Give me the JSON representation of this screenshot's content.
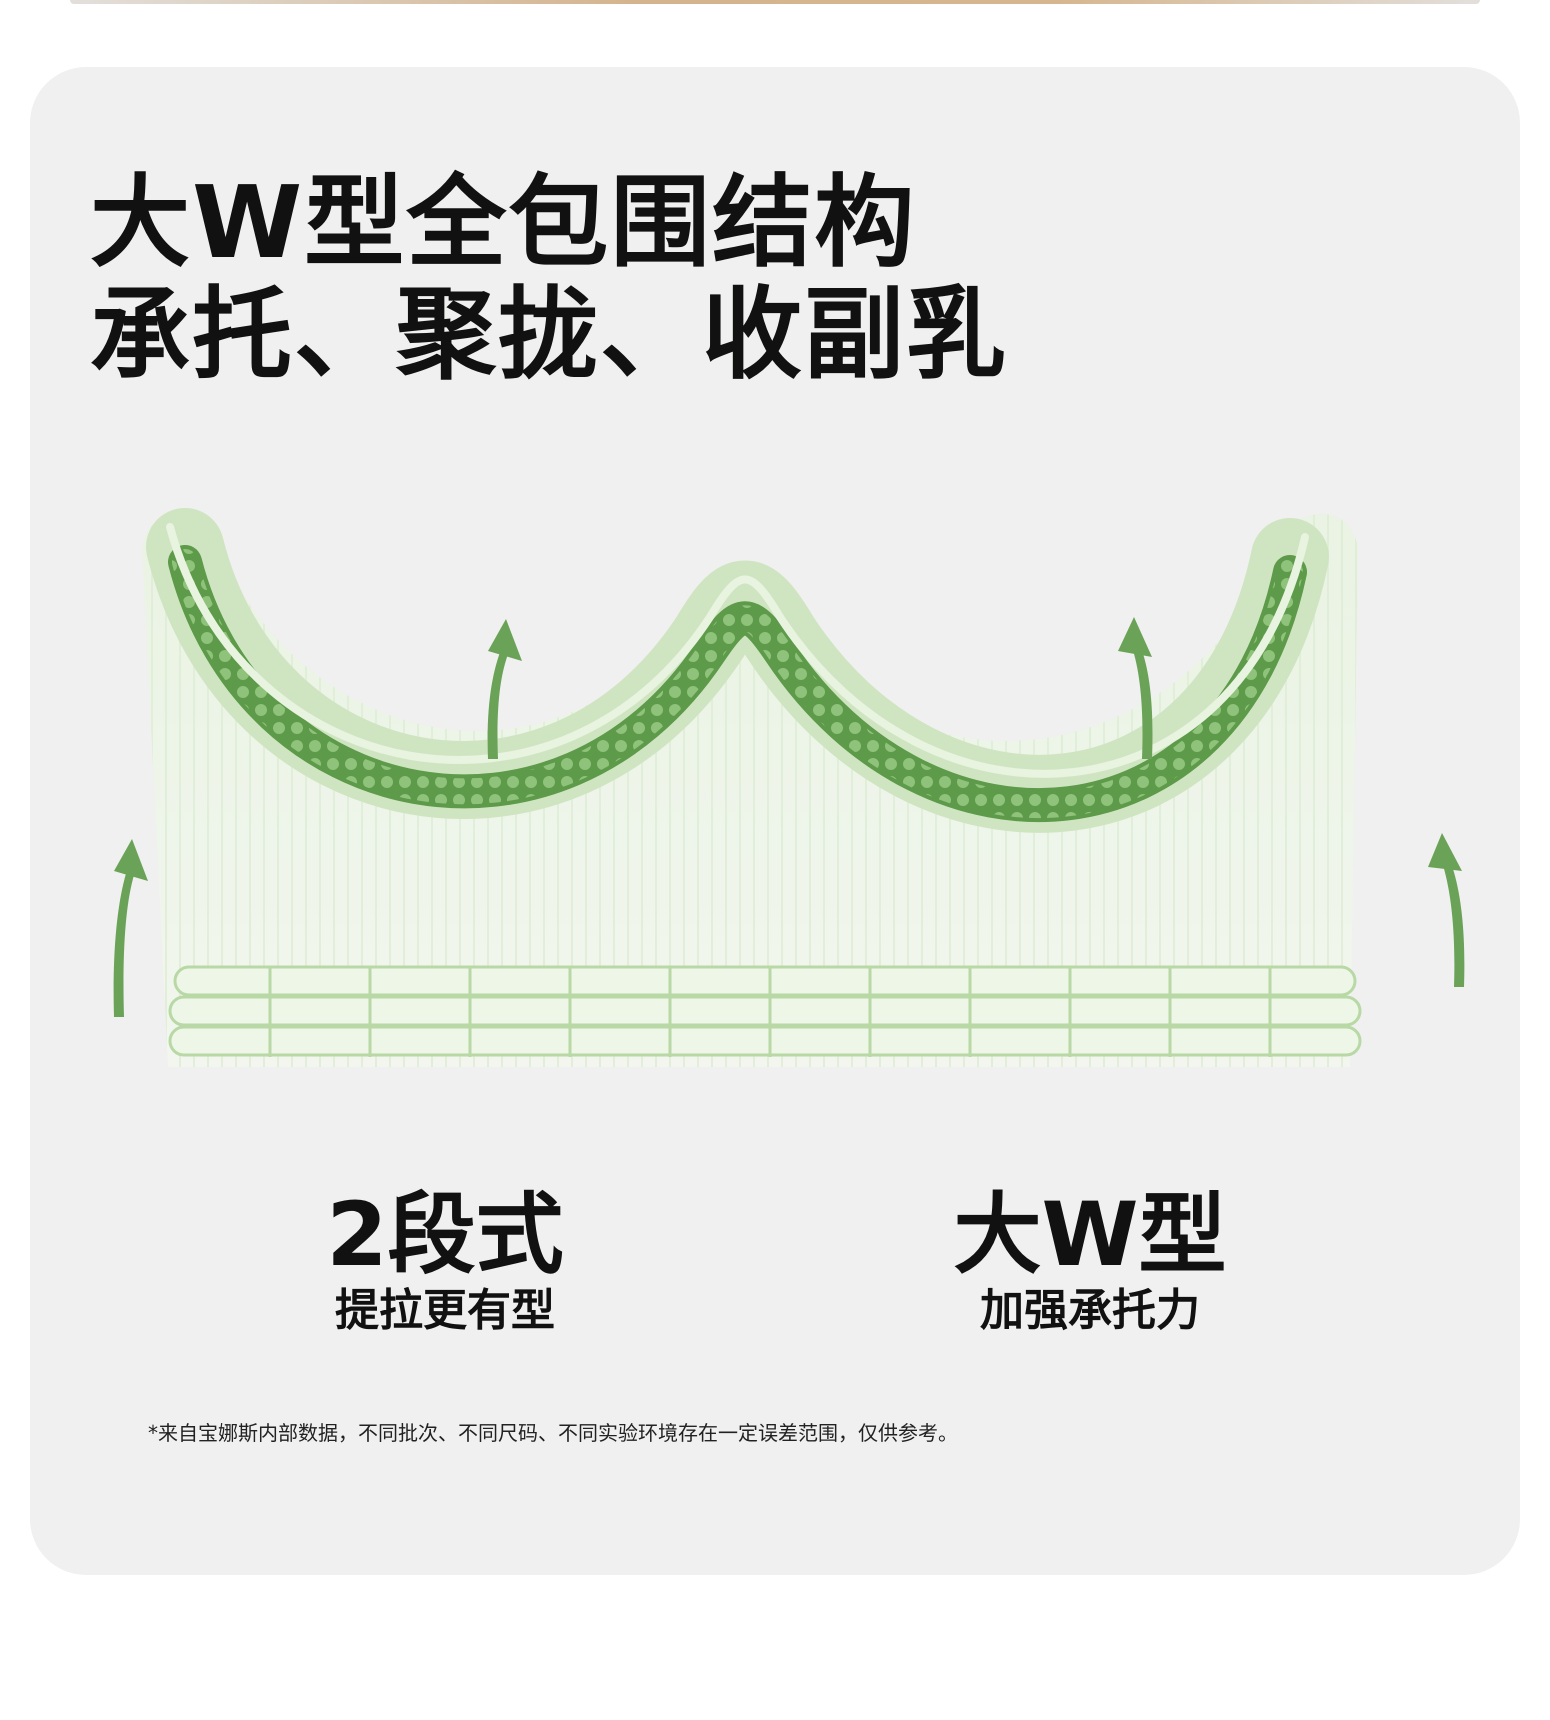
{
  "title": {
    "line1": "大W型全包围结构",
    "line2": "承托、聚拢、收副乳"
  },
  "features": [
    {
      "headline": "2段式",
      "caption": "提拉更有型"
    },
    {
      "headline": "大W型",
      "caption": "加强承托力"
    }
  ],
  "footnote": "*来自宝娜斯内部数据，不同批次、不同尺码、不同实验环境存在一定误差范围，仅供参考。",
  "colors": {
    "card_background": "#eff0ef",
    "accent_green": "#6aa357",
    "foam_green": "#cfe5c1",
    "text": "#111111"
  },
  "icons": [
    "up-arrow-icon"
  ]
}
